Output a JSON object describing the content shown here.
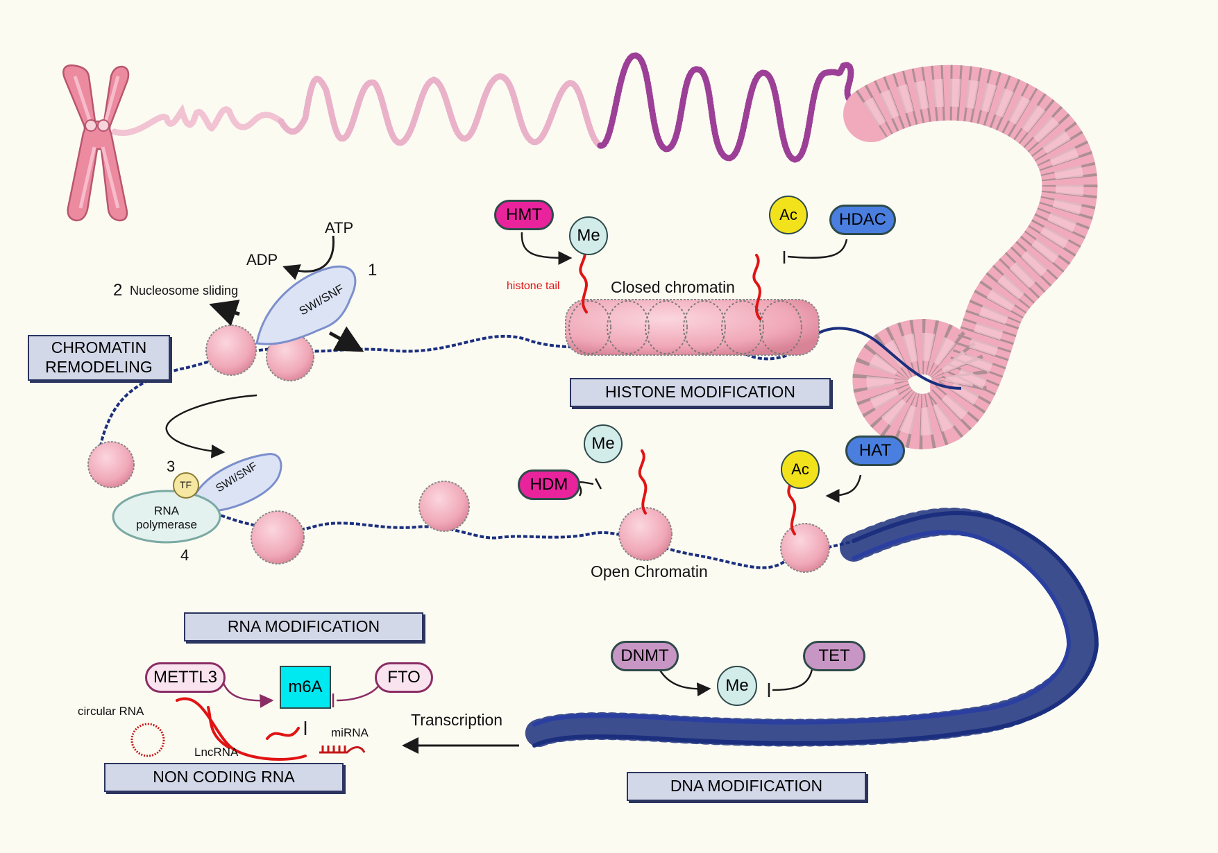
{
  "sections": {
    "chromatin_remodeling": "CHROMATIN\nREMODELING",
    "histone_modification": "HISTONE MODIFICATION",
    "rna_modification": "RNA MODIFICATION",
    "non_coding_rna": "NON CODING RNA",
    "dna_modification": "DNA MODIFICATION"
  },
  "remodeling": {
    "atp": "ATP",
    "adp": "ADP",
    "step1": "1",
    "step2": "2",
    "nucleosome_sliding": "Nucleosome sliding",
    "swi_snf_top": "SWI/SNF",
    "step3": "3",
    "tf": "TF",
    "swi_snf_bottom": "SWI/SNF",
    "rna_polymerase": "RNA\npolymerase",
    "step4": "4"
  },
  "histone": {
    "hmt": "HMT",
    "me": "Me",
    "ac": "Ac",
    "hdac": "HDAC",
    "histone_tail": "histone tail",
    "closed_chromatin": "Closed chromatin",
    "hdm": "HDM",
    "me2": "Me",
    "ac2": "Ac",
    "hat": "HAT",
    "open_chromatin": "Open Chromatin"
  },
  "rna": {
    "mettl3": "METTL3",
    "m6a": "m6A",
    "fto": "FTO",
    "circular_rna": "circular RNA",
    "lncrna": "LncRNA",
    "mirna": "miRNA",
    "transcription": "Transcription"
  },
  "dna": {
    "dnmt": "DNMT",
    "tet": "TET",
    "me": "Me"
  },
  "colors": {
    "background": "#fcfbf2",
    "section_box": "#d3d8e8",
    "hmt_hdm": "#e8239c",
    "hdac_hat": "#4a7fe0",
    "me": "#d2ecea",
    "ac": "#f2e21c",
    "dnmt_tet": "#c796c4",
    "mettl3_fto": "#f8e3ee",
    "m6a": "#00e8f0",
    "histone_tail": "#e01414",
    "dna": "#1b2f7e",
    "nucleosome": "#f2b3c1",
    "chromosome": "#e87d95"
  }
}
